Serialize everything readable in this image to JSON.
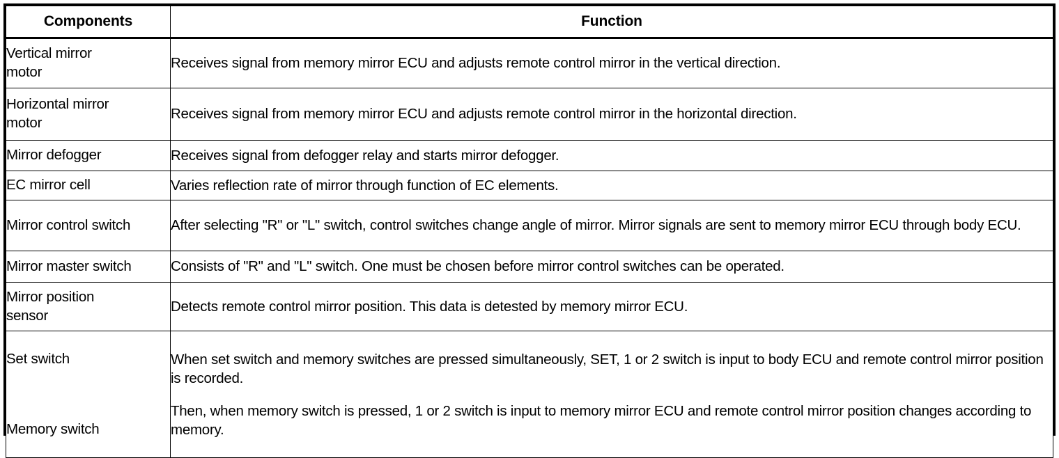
{
  "table": {
    "headers": {
      "components": "Components",
      "function": "Function"
    },
    "rows": [
      {
        "component": "Vertical mirror\nmotor",
        "function_paragraphs": [
          "Receives signal from memory mirror ECU and adjusts remote control mirror in the vertical direction."
        ]
      },
      {
        "component": "Horizontal mirror\nmotor",
        "function_paragraphs": [
          "Receives signal from memory mirror ECU and adjusts remote control mirror in the horizontal direction."
        ]
      },
      {
        "component": "Mirror defogger",
        "function_paragraphs": [
          "Receives signal from defogger relay and starts mirror defogger."
        ]
      },
      {
        "component": "EC mirror cell",
        "function_paragraphs": [
          "Varies reflection rate of mirror through function of EC elements."
        ]
      },
      {
        "component": "Mirror control switch",
        "function_paragraphs": [
          "After selecting \"R\" or \"L\" switch, control switches change angle of mirror. Mirror signals are sent to memory mirror ECU through body ECU."
        ]
      },
      {
        "component": "Mirror master switch",
        "function_paragraphs": [
          "Consists of \"R\" and \"L\" switch. One must be chosen before mirror control switches can be operated."
        ]
      },
      {
        "component": "Mirror position\nsensor",
        "function_paragraphs": [
          "Detects remote control mirror position. This data is detested by memory mirror ECU."
        ]
      },
      {
        "component_labels": [
          "Set switch",
          "Memory switch"
        ],
        "function_paragraphs": [
          "When set switch and memory switches are pressed simultaneously, SET, 1 or 2 switch is input to body ECU and remote control mirror position is recorded.",
          "Then, when memory switch is pressed, 1 or 2 switch is input to memory mirror ECU and remote control mirror position changes according to memory."
        ]
      }
    ]
  },
  "colors": {
    "border": "#000000",
    "background": "#ffffff",
    "text": "#000000"
  }
}
